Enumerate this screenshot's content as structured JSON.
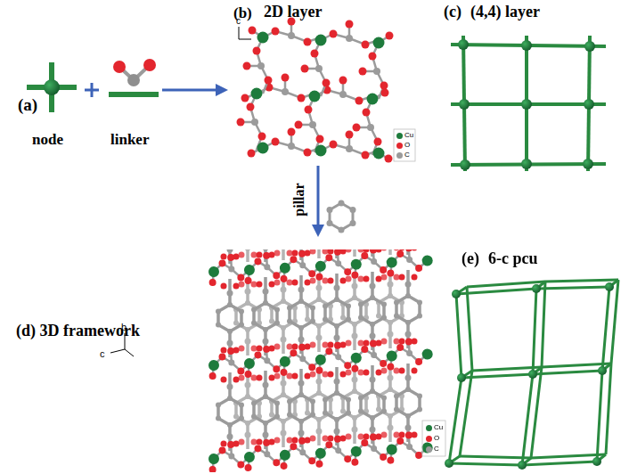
{
  "diagram": {
    "labels": [
      "(a)",
      "node",
      "linker",
      "(b)",
      "2D layer",
      "c",
      "(c)",
      "(4,4) layer",
      "pillar",
      "(d) 3D framework",
      "b",
      "c",
      "(e)",
      "6-c pcu"
    ],
    "legend": [
      {
        "text": "Cu",
        "color": "#1e7b3c"
      },
      {
        "text": "O",
        "color": "#e3262e"
      },
      {
        "text": "C",
        "color": "#9b9b9b"
      },
      {
        "text": "Cu",
        "color": "#1e7b3c"
      },
      {
        "text": "O",
        "color": "#e3262e"
      },
      {
        "text": "C",
        "color": "#9b9b9b"
      }
    ]
  }
}
